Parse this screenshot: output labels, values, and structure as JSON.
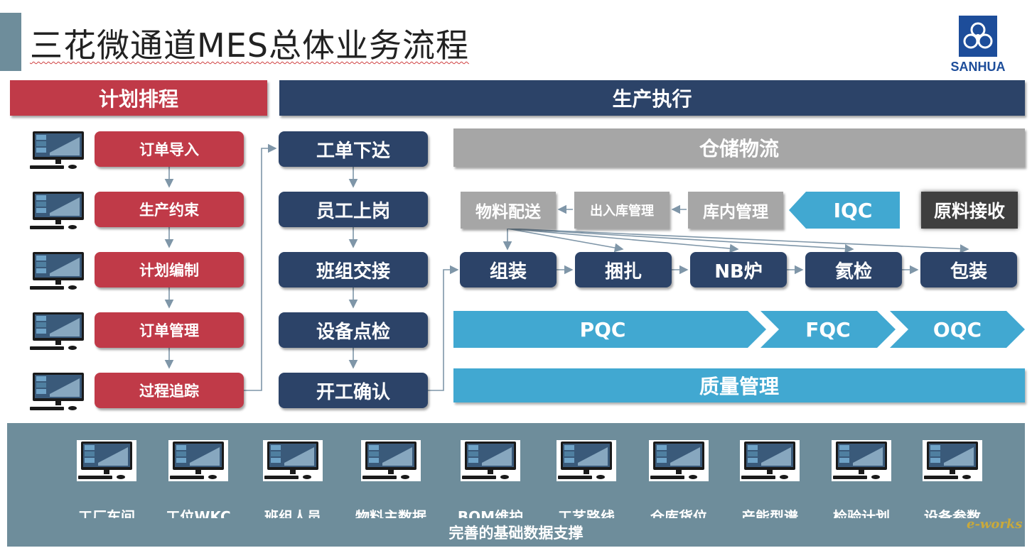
{
  "title": "三花微通道MES总体业务流程",
  "logo": {
    "text": "SANHUA",
    "color": "#1d4d9a"
  },
  "colors": {
    "plan_red": "#c03a48",
    "exec_navy": "#2c4368",
    "store_gray": "#a6a6a6",
    "quality_cyan": "#41a8d1",
    "base_teal": "#6e8d9b"
  },
  "planning": {
    "header": "计划排程",
    "items": [
      "订单导入",
      "生产约束",
      "计划编制",
      "订单管理",
      "过程追踪"
    ]
  },
  "execution": {
    "header": "生产执行",
    "steps": [
      "工单下达",
      "员工上岗",
      "班组交接",
      "设备点检",
      "开工确认"
    ]
  },
  "warehouse": {
    "header": "仓储物流",
    "flow": [
      "物料配送",
      "出入库管理",
      "库内管理"
    ],
    "iqc": "IQC",
    "receive": "原料接收"
  },
  "process": [
    "组装",
    "捆扎",
    "NB炉",
    "氦检",
    "包装"
  ],
  "quality": {
    "checks": [
      "PQC",
      "FQC",
      "OQC"
    ],
    "header": "质量管理"
  },
  "base_data": {
    "items": [
      "工厂车间",
      "工位WKC",
      "班组人员",
      "物料主数据",
      "BOM维护",
      "工艺路线",
      "仓库货位",
      "产能型谱",
      "检验计划",
      "设备参数"
    ],
    "footer": "完善的基础数据支撑"
  },
  "watermark": "e-works"
}
